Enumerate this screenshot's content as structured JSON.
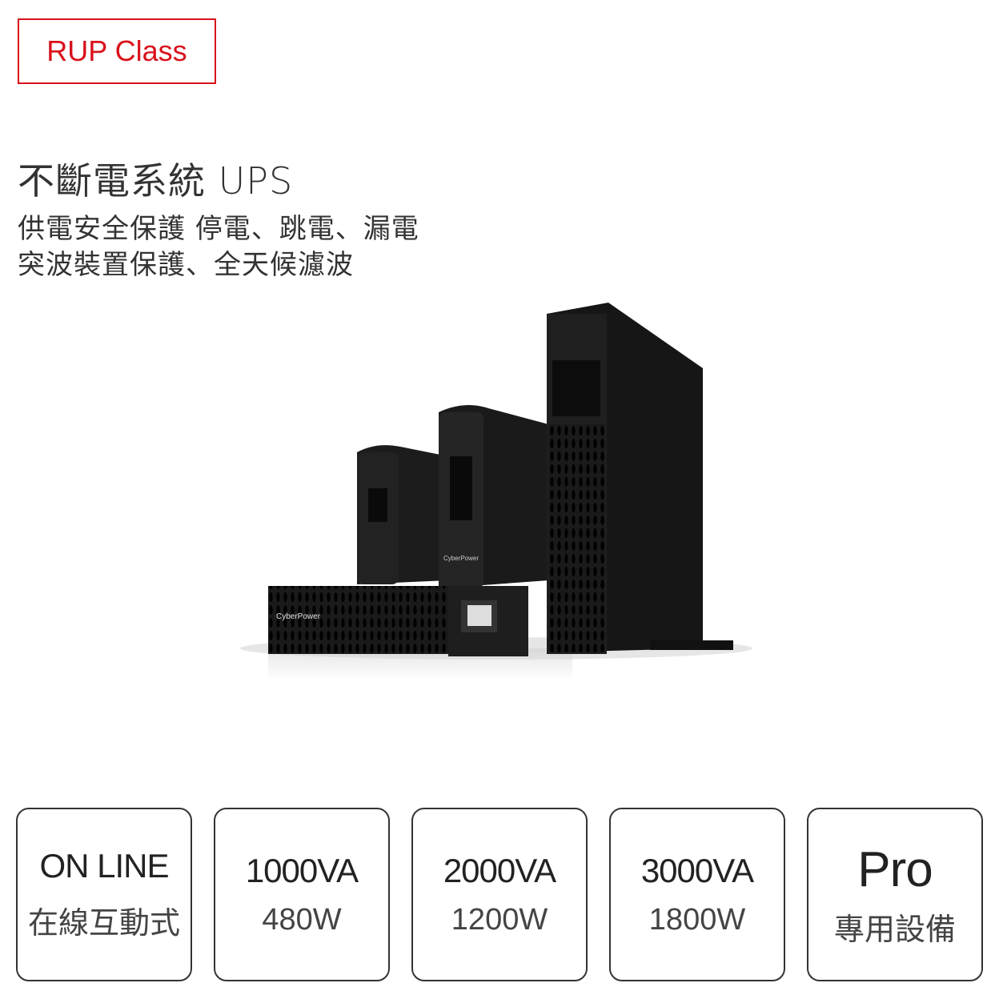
{
  "badge": "RUP Class",
  "title": "不斷電系統 UPS",
  "subtitle_lines": [
    "供電安全保護 停電、跳電、漏電",
    "突波裝置保護、全天候濾波"
  ],
  "product_logo": "CyberPower",
  "cards": [
    {
      "top": "ON LINE",
      "bottom": "在線互動式"
    },
    {
      "top": "1000VA",
      "bottom": "480W"
    },
    {
      "top": "2000VA",
      "bottom": "1200W"
    },
    {
      "top": "3000VA",
      "bottom": "1800W"
    },
    {
      "top": "Pro",
      "bottom": "專用設備"
    }
  ]
}
